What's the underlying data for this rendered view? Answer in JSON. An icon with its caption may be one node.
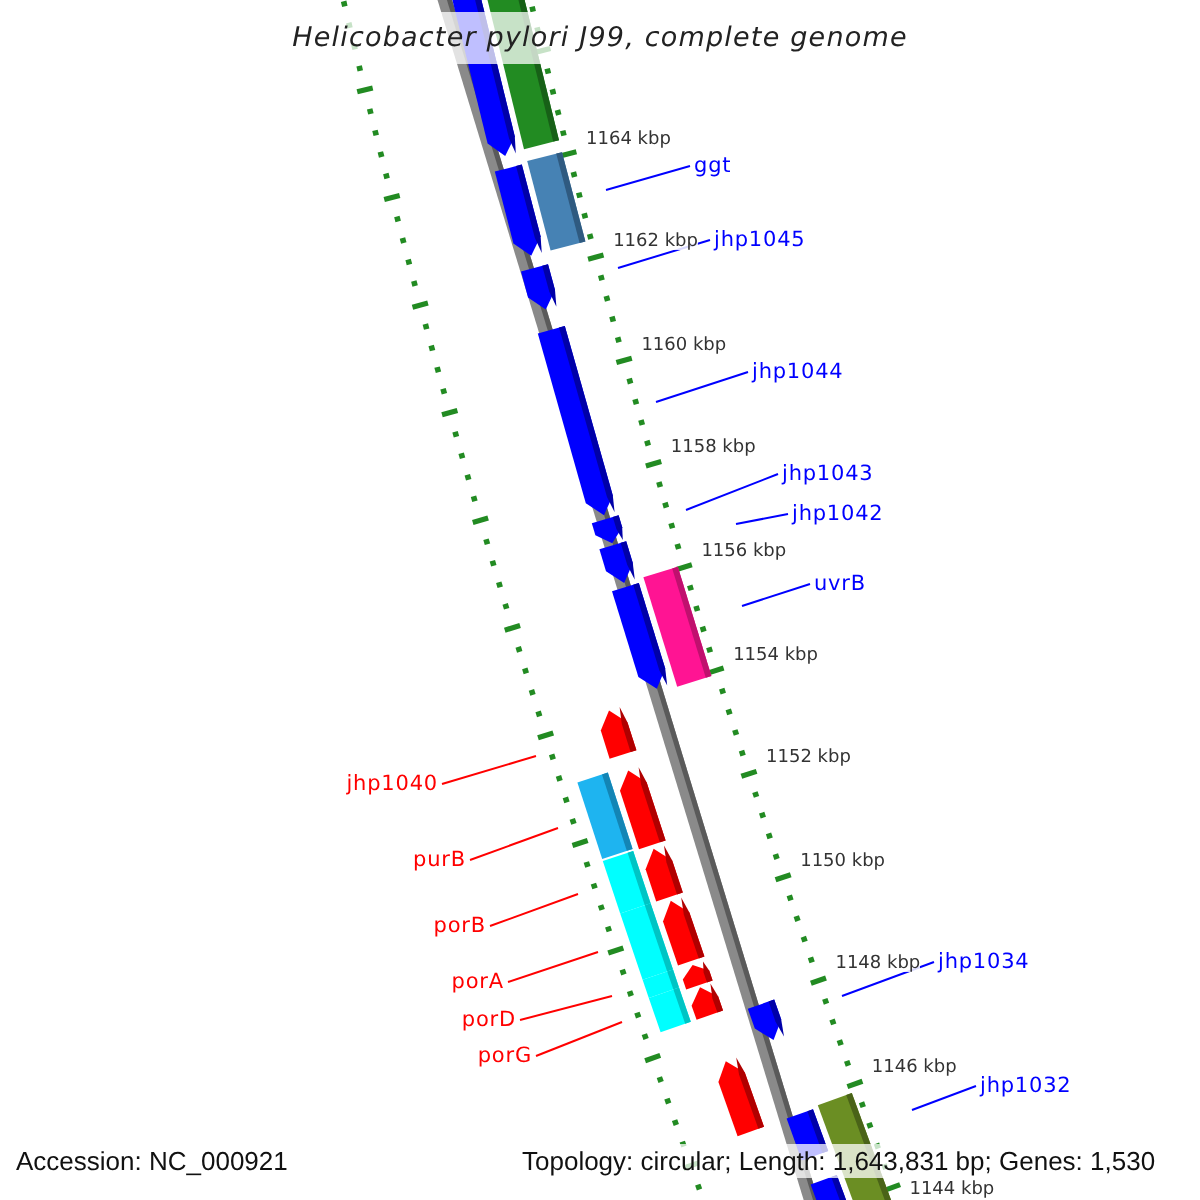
{
  "diagram": {
    "title": "Helicobacter pylori J99, complete genome",
    "nodes": [
      {
        "text": [
          "ggt"
        ]
      },
      {
        "text": [
          "jhp1045"
        ]
      },
      {
        "text": [
          "jhp1044"
        ]
      },
      {
        "text": [
          "jhp1043"
        ]
      },
      {
        "text": [
          "jhp1042"
        ]
      },
      {
        "text": [
          "uvrB"
        ]
      },
      {
        "text": [
          "jhp1040"
        ]
      },
      {
        "text": [
          "purB"
        ]
      },
      {
        "text": [
          "porB"
        ]
      },
      {
        "text": [
          "jhp1034"
        ]
      },
      {
        "text": [
          "porA"
        ]
      },
      {
        "text": [
          "porD"
        ]
      },
      {
        "text": [
          "porG"
        ]
      },
      {
        "text": [
          "jhp1032"
        ]
      }
    ],
    "edges": [
      {
        "from": 0,
        "to": null,
        "arrow": "none"
      },
      {
        "from": 1,
        "to": null,
        "arrow": "none"
      },
      {
        "from": 2,
        "to": null,
        "arrow": "none"
      },
      {
        "from": 3,
        "to": null,
        "arrow": "none"
      },
      {
        "from": 4,
        "to": null,
        "arrow": "none"
      },
      {
        "from": 5,
        "to": null,
        "arrow": "none"
      },
      {
        "from": 6,
        "to": null,
        "arrow": "none",
        "color": "#ff0000"
      },
      {
        "from": 7,
        "to": null,
        "arrow": "none",
        "color": "#ff0000"
      },
      {
        "from": 8,
        "to": null,
        "arrow": "none",
        "color": "#ff0000"
      },
      {
        "from": 9,
        "to": null,
        "arrow": "none"
      },
      {
        "from": 10,
        "to": null,
        "arrow": "none",
        "color": "#ff0000"
      },
      {
        "from": 11,
        "to": null,
        "arrow": "none",
        "color": "#ff0000"
      },
      {
        "from": 12,
        "to": null,
        "arrow": "none",
        "color": "#ff0000"
      },
      {
        "from": 13,
        "to": null,
        "arrow": "none"
      }
    ],
    "labels": [
      "1164 kbp",
      "1162 kbp",
      "1160 kbp",
      "1158 kbp",
      "1156 kbp",
      "1154 kbp",
      "1152 kbp",
      "1150 kbp",
      "1148 kbp",
      "1146 kbp",
      "1144 kbp",
      "Accession: NC_000921",
      "Topology: circular; Length: 1,643,831 bp; Genes: 1,530"
    ]
  }
}
